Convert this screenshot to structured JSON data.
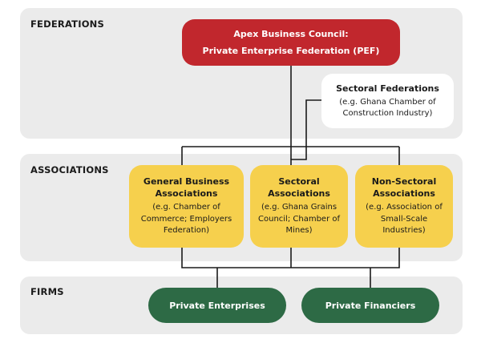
{
  "bands": [
    {
      "label": "FEDERATIONS"
    },
    {
      "label": "ASSOCIATIONS"
    },
    {
      "label": "FIRMS"
    }
  ],
  "apex": {
    "line1": "Apex Business Council:",
    "line2": "Private Enterprise Federation (PEF)"
  },
  "sectoral_federations": {
    "title": "Sectoral Federations",
    "example": "(e.g. Ghana Chamber of Construction Industry)"
  },
  "associations": [
    {
      "title": "General Business Associations",
      "example": "(e.g. Chamber of Commerce; Employers Federation)"
    },
    {
      "title": "Sectoral Associations",
      "example": "(e.g. Ghana Grains Council; Chamber of Mines)"
    },
    {
      "title": "Non-Sectoral Associations",
      "example": "(e.g. Association of Small-Scale Industries)"
    }
  ],
  "firms": [
    {
      "label": "Private Enterprises"
    },
    {
      "label": "Private Financiers"
    }
  ],
  "colors": {
    "apex": "#c1272d",
    "association": "#f6d04d",
    "firm": "#2d6a45",
    "band": "#ebebeb"
  }
}
